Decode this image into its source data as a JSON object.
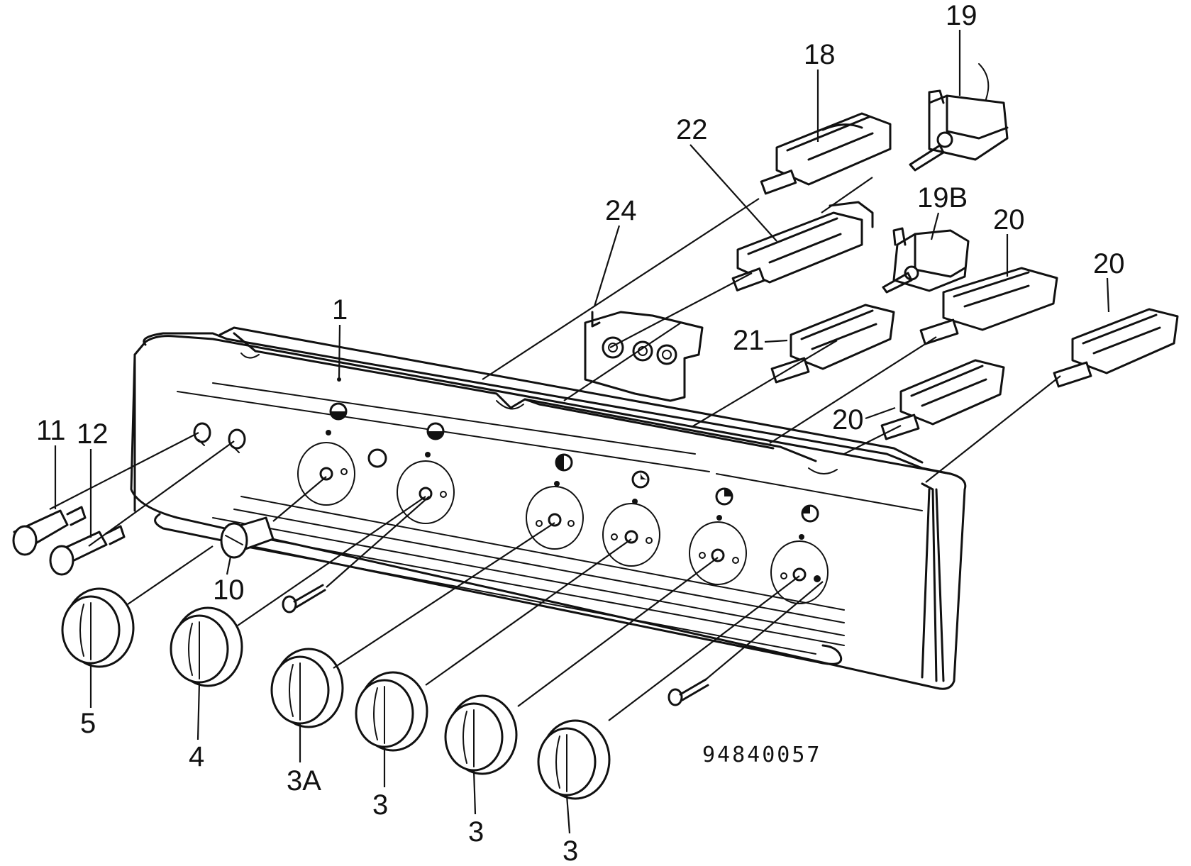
{
  "callouts": {
    "c1": "1",
    "c3a": "3A",
    "c3_1": "3",
    "c3_2": "3",
    "c3_3": "3",
    "c4": "4",
    "c5": "5",
    "c10": "10",
    "c11": "11",
    "c12": "12",
    "c18": "18",
    "c19": "19",
    "c19b": "19B",
    "c20_1": "20",
    "c20_2": "20",
    "c20_3": "20",
    "c21": "21",
    "c22": "22",
    "c24": "24"
  },
  "drawing_number": "94840057"
}
